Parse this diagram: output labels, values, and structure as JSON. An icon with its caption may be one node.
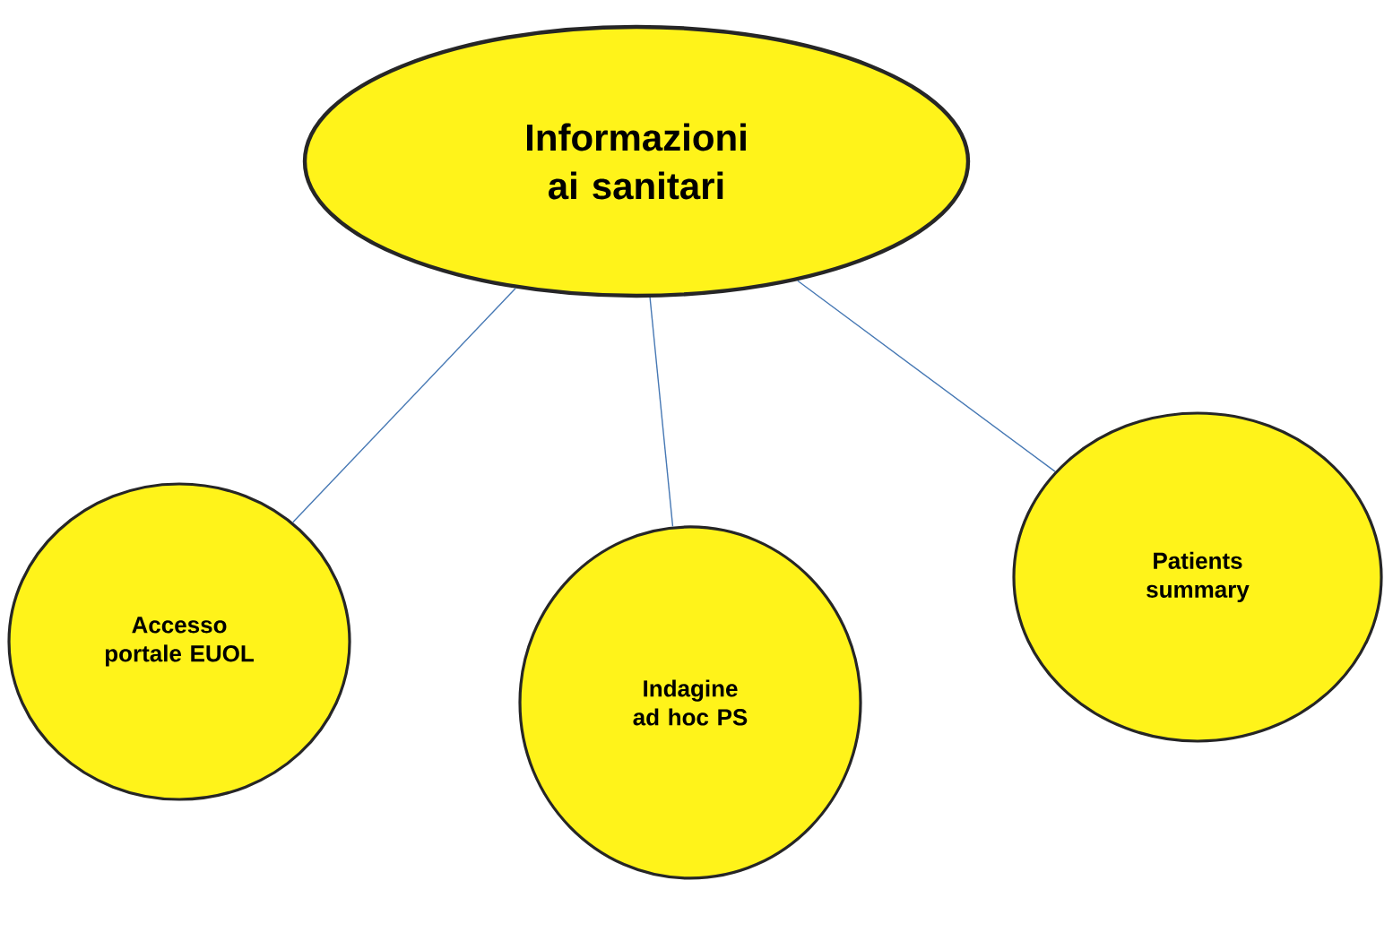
{
  "diagram": {
    "nodes": [
      {
        "text": [
          "Informazioni ai sanitari"
        ]
      },
      {
        "text": [
          "Accesso portale EUOL"
        ]
      },
      {
        "text": [
          "Indagine ad hoc PS"
        ]
      },
      {
        "text": [
          "Patients summary"
        ]
      }
    ],
    "edges": [
      {
        "from": 0,
        "to": 1,
        "arrow": "none"
      },
      {
        "from": 0,
        "to": 2,
        "arrow": "none"
      },
      {
        "from": 0,
        "to": 3,
        "arrow": "none"
      }
    ]
  }
}
